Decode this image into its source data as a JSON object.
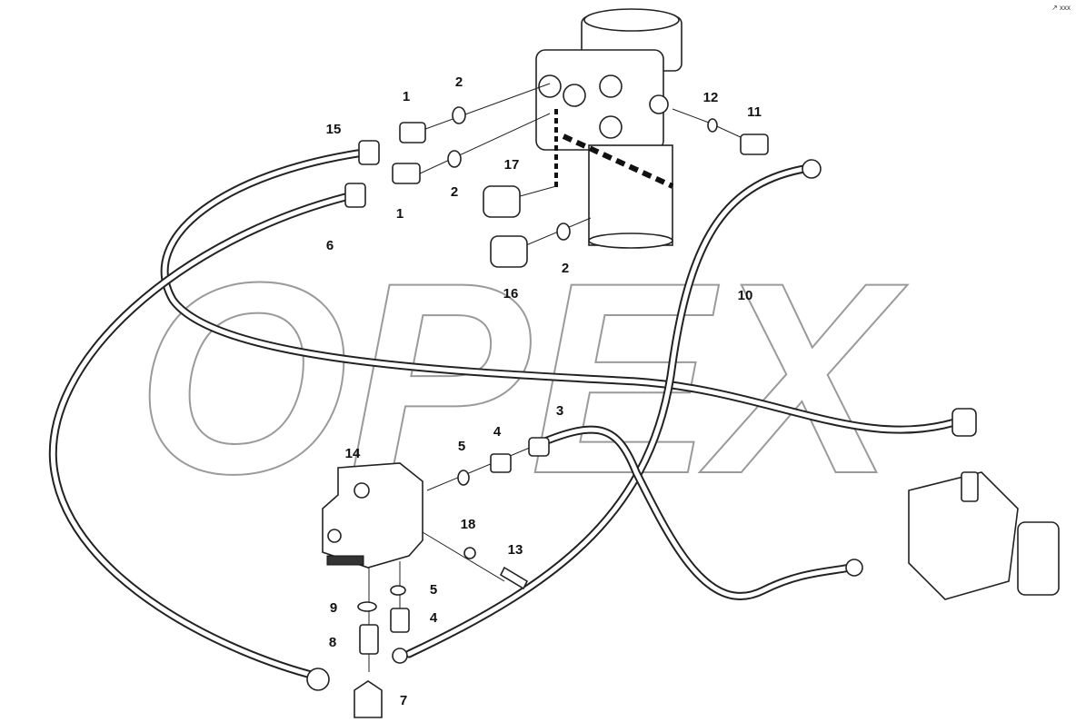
{
  "corner_mark": "↗ xxx",
  "watermark": "OPEX",
  "part_labels": [
    {
      "id": "1a",
      "text": "1"
    },
    {
      "id": "1b",
      "text": "1"
    },
    {
      "id": "2a",
      "text": "2"
    },
    {
      "id": "2b",
      "text": "2"
    },
    {
      "id": "2c",
      "text": "2"
    },
    {
      "id": "3",
      "text": "3"
    },
    {
      "id": "4a",
      "text": "4"
    },
    {
      "id": "4b",
      "text": "4"
    },
    {
      "id": "5a",
      "text": "5"
    },
    {
      "id": "5b",
      "text": "5"
    },
    {
      "id": "6",
      "text": "6"
    },
    {
      "id": "7",
      "text": "7"
    },
    {
      "id": "8",
      "text": "8"
    },
    {
      "id": "9",
      "text": "9"
    },
    {
      "id": "10",
      "text": "10"
    },
    {
      "id": "11",
      "text": "11"
    },
    {
      "id": "12",
      "text": "12"
    },
    {
      "id": "13",
      "text": "13"
    },
    {
      "id": "14",
      "text": "14"
    },
    {
      "id": "15",
      "text": "15"
    },
    {
      "id": "16",
      "text": "16"
    },
    {
      "id": "17",
      "text": "17"
    },
    {
      "id": "18",
      "text": "18"
    }
  ]
}
